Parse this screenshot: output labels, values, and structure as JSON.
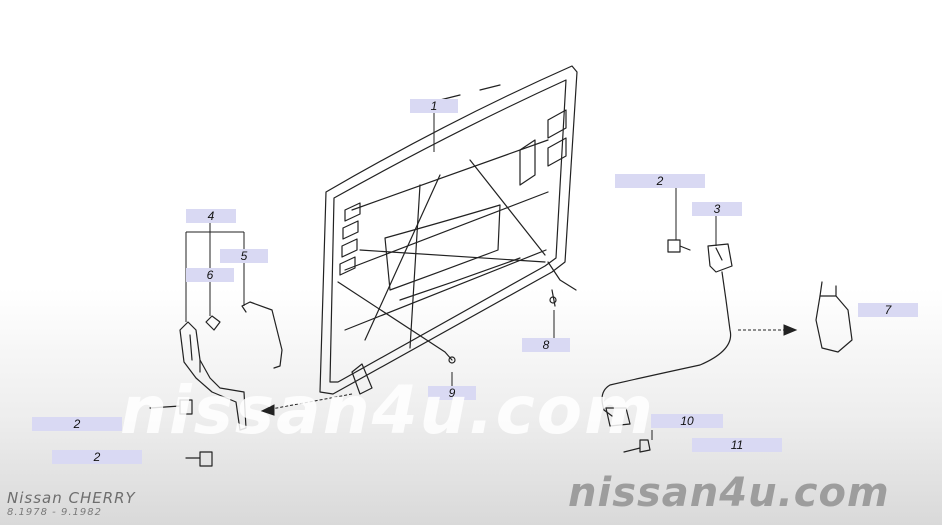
{
  "callouts": [
    {
      "id": "hood",
      "number": "1"
    },
    {
      "id": "bolt-right",
      "number": "2"
    },
    {
      "id": "lock",
      "number": "3"
    },
    {
      "id": "hinge",
      "number": "4"
    },
    {
      "id": "stay-rod",
      "number": "5"
    },
    {
      "id": "clip",
      "number": "6"
    },
    {
      "id": "rubber-stop",
      "number": "7"
    },
    {
      "id": "striker",
      "number": "8"
    },
    {
      "id": "hood-cable",
      "number": "9"
    },
    {
      "id": "release-handle",
      "number": "10"
    },
    {
      "id": "screw",
      "number": "11"
    },
    {
      "id": "bolt-hinge-top",
      "number": "2"
    },
    {
      "id": "bolt-hinge-bottom",
      "number": "2"
    }
  ],
  "watermark": "nissan4u.com",
  "brand": {
    "model": "Nissan CHERRY",
    "period": "8.1978 - 9.1982"
  }
}
